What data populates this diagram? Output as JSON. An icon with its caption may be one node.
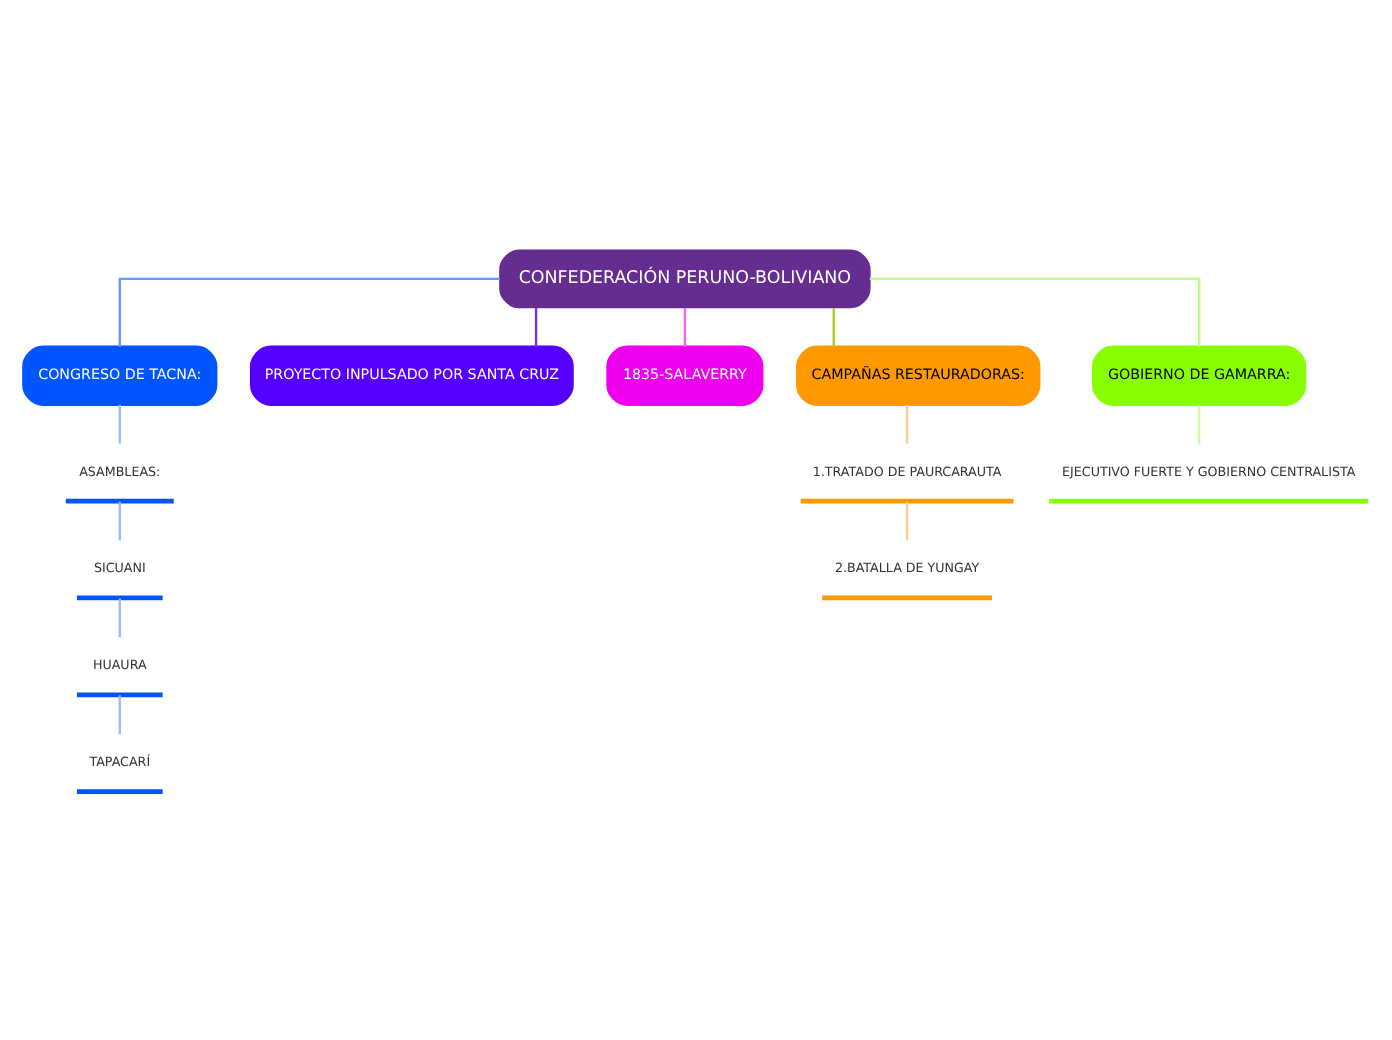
{
  "diagram": {
    "nodes": [
      {
        "text": [
          "CONFEDERACIÓN PERUNO-BOLIVIANO"
        ]
      },
      {
        "text": [
          "CONGRESO DE TACNA:"
        ]
      },
      {
        "text": [
          "PROYECTO INPULSADO POR SANTA CRUZ"
        ]
      },
      {
        "text": [
          "1835-SALAVERRY"
        ]
      },
      {
        "text": [
          "CAMPAÑAS RESTAURADORAS:"
        ]
      },
      {
        "text": [
          "GOBIERNO DE GAMARRA:"
        ]
      },
      {
        "text": [
          "ASAMBLEAS:"
        ]
      },
      {
        "text": [
          "SICUANI"
        ]
      },
      {
        "text": [
          "HUAURA"
        ]
      },
      {
        "text": [
          "TAPACARÍ"
        ]
      },
      {
        "text": [
          "1.TRATADO DE PAURCARAUTA"
        ]
      },
      {
        "text": [
          "2.BATALLA DE YUNGAY"
        ]
      },
      {
        "text": [
          "EJECUTIVO FUERTE Y GOBIERNO CENTRALISTA"
        ]
      }
    ],
    "edges": [
      {
        "from": 0,
        "to": 1,
        "arrow": "none",
        "color": "#6699ff"
      },
      {
        "from": 0,
        "to": 2,
        "arrow": "none",
        "color": "#6633ff"
      },
      {
        "from": 0,
        "to": 3,
        "arrow": "none",
        "color": "#ee66ee"
      },
      {
        "from": 0,
        "to": 4,
        "arrow": "none",
        "color": "#aacc22"
      },
      {
        "from": 0,
        "to": 5,
        "arrow": "none",
        "color": "#bbff88"
      },
      {
        "from": 1,
        "to": 6,
        "arrow": "none",
        "color": "#99bbff"
      },
      {
        "from": 6,
        "to": 7,
        "arrow": "none",
        "color": "#99bbff"
      },
      {
        "from": 7,
        "to": 8,
        "arrow": "none",
        "color": "#99bbff"
      },
      {
        "from": 8,
        "to": 9,
        "arrow": "none",
        "color": "#99bbff"
      },
      {
        "from": 4,
        "to": 10,
        "arrow": "none",
        "color": "#ffcc88"
      },
      {
        "from": 10,
        "to": 11,
        "arrow": "none",
        "color": "#ffcc88"
      },
      {
        "from": 5,
        "to": 12,
        "arrow": "none",
        "color": "#ccff99"
      }
    ]
  }
}
